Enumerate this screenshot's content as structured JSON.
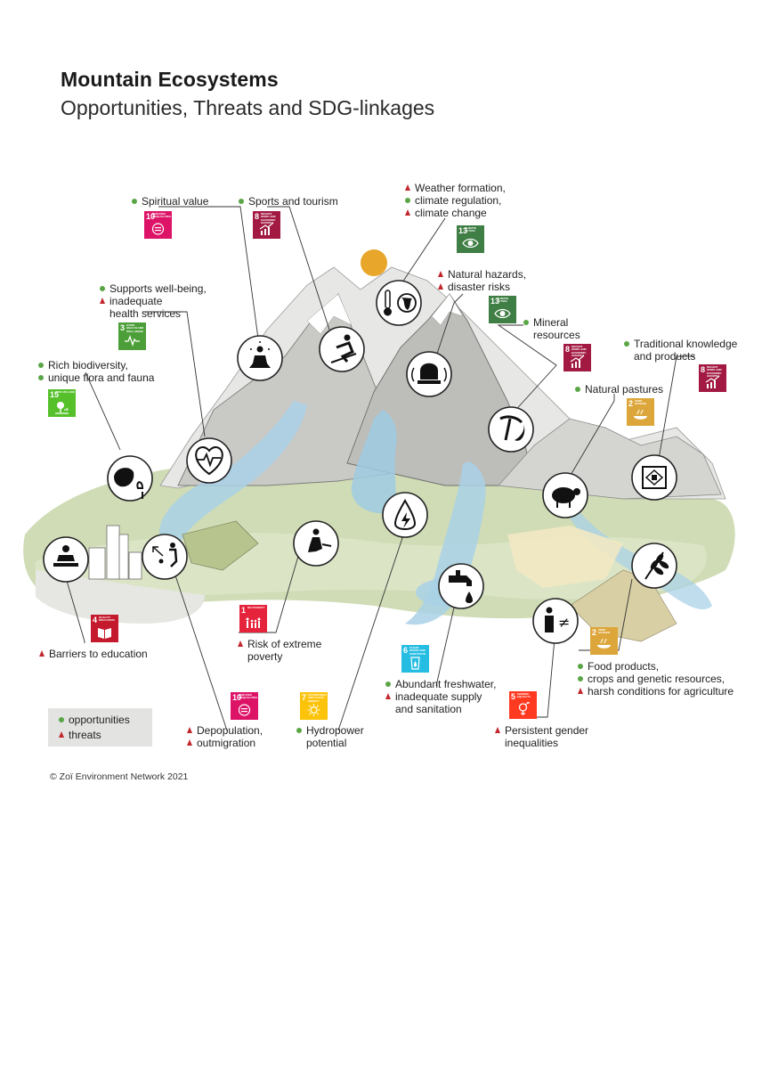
{
  "title": "Mountain Ecosystems",
  "subtitle": "Opportunities, Threats and SDG-linkages",
  "legend": {
    "opportunities": "opportunities",
    "threats": "threats"
  },
  "copyright": "© Zoï Environment Network 2021",
  "colors": {
    "opportunity_marker": "#5aa646",
    "threat_marker": "#c1272d",
    "sun": "#e8a72a",
    "sdg1": "#e5243b",
    "sdg2": "#dda63a",
    "sdg3": "#4c9f38",
    "sdg4": "#c5192d",
    "sdg5": "#ff3a21",
    "sdg6": "#26bde2",
    "sdg7": "#fcc30b",
    "sdg8": "#a21942",
    "sdg10": "#dd1367",
    "sdg13": "#3f7e44",
    "sdg15": "#56c02b"
  },
  "labels": {
    "spiritual": {
      "lines": [
        {
          "text": "Spiritual value",
          "marker": "opportunity"
        }
      ]
    },
    "sports": {
      "lines": [
        {
          "text": "Sports and tourism",
          "marker": "opportunity"
        }
      ]
    },
    "weather": {
      "lines": [
        {
          "text": "Weather formation,",
          "marker": "threat"
        },
        {
          "text": "climate regulation,",
          "marker": "opportunity"
        },
        {
          "text": "climate change",
          "marker": "threat"
        }
      ]
    },
    "hazards": {
      "lines": [
        {
          "text": "Natural hazards,",
          "marker": "threat"
        },
        {
          "text": "disaster risks",
          "marker": "threat"
        }
      ]
    },
    "wellbeing": {
      "lines": [
        {
          "text": "Supports well-being,",
          "marker": "opportunity"
        },
        {
          "text": "inadequate",
          "marker": "threat"
        },
        {
          "text": "health services",
          "marker": "none"
        }
      ]
    },
    "mineral": {
      "lines": [
        {
          "text": "Mineral",
          "marker": "opportunity"
        },
        {
          "text": "resources",
          "marker": "none"
        }
      ]
    },
    "traditional": {
      "lines": [
        {
          "text": "Traditional knowledge",
          "marker": "opportunity"
        },
        {
          "text": "and products",
          "marker": "none"
        }
      ]
    },
    "biodiversity": {
      "lines": [
        {
          "text": "Rich biodiversity,",
          "marker": "opportunity"
        },
        {
          "text": "unique flora and fauna",
          "marker": "opportunity"
        }
      ]
    },
    "pastures": {
      "lines": [
        {
          "text": "Natural pastures",
          "marker": "opportunity"
        }
      ]
    },
    "education": {
      "lines": [
        {
          "text": "Barriers to education",
          "marker": "threat"
        }
      ]
    },
    "poverty": {
      "lines": [
        {
          "text": "Risk of extreme",
          "marker": "threat"
        },
        {
          "text": "poverty",
          "marker": "none"
        }
      ]
    },
    "freshwater": {
      "lines": [
        {
          "text": "Abundant freshwater,",
          "marker": "opportunity"
        },
        {
          "text": "inadequate supply",
          "marker": "threat"
        },
        {
          "text": "and sanitation",
          "marker": "none"
        }
      ]
    },
    "food": {
      "lines": [
        {
          "text": "Food products,",
          "marker": "opportunity"
        },
        {
          "text": "crops and genetic resources,",
          "marker": "opportunity"
        },
        {
          "text": "harsh conditions for agriculture",
          "marker": "threat"
        }
      ]
    },
    "depopulation": {
      "lines": [
        {
          "text": "Depopulation,",
          "marker": "threat"
        },
        {
          "text": "outmigration",
          "marker": "threat"
        }
      ]
    },
    "hydropower": {
      "lines": [
        {
          "text": "Hydropower",
          "marker": "opportunity"
        },
        {
          "text": "potential",
          "marker": "none"
        }
      ]
    },
    "gender": {
      "lines": [
        {
          "text": "Persistent gender",
          "marker": "threat"
        },
        {
          "text": "inequalities",
          "marker": "none"
        }
      ]
    }
  },
  "sdgs": {
    "spiritual": {
      "number": "10",
      "name": "REDUCED INEQUALITIES",
      "color": "#dd1367"
    },
    "sports": {
      "number": "8",
      "name": "DECENT WORK AND ECONOMIC GROWTH",
      "color": "#a21942"
    },
    "weather": {
      "number": "13",
      "name": "CLIMATE ACTION",
      "color": "#3f7e44"
    },
    "hazards": {
      "number": "13",
      "name": "CLIMATE ACTION",
      "color": "#3f7e44"
    },
    "wellbeing": {
      "number": "3",
      "name": "GOOD HEALTH AND WELL-BEING",
      "color": "#4c9f38"
    },
    "mineral": {
      "number": "8",
      "name": "DECENT WORK AND ECONOMIC GROWTH",
      "color": "#a21942"
    },
    "traditional": {
      "number": "8",
      "name": "DECENT WORK AND ECONOMIC GROWTH",
      "color": "#a21942"
    },
    "biodiversity": {
      "number": "15",
      "name": "LIFE ON LAND",
      "color": "#56c02b"
    },
    "pastures": {
      "number": "2",
      "name": "ZERO HUNGER",
      "color": "#dda63a"
    },
    "education": {
      "number": "4",
      "name": "QUALITY EDUCATION",
      "color": "#c5192d"
    },
    "poverty": {
      "number": "1",
      "name": "NO POVERTY",
      "color": "#e5243b"
    },
    "freshwater": {
      "number": "6",
      "name": "CLEAN WATER AND SANITATION",
      "color": "#26bde2"
    },
    "food": {
      "number": "2",
      "name": "ZERO HUNGER",
      "color": "#dda63a"
    },
    "depopulation": {
      "number": "10",
      "name": "REDUCED INEQUALITIES",
      "color": "#dd1367"
    },
    "hydropower": {
      "number": "7",
      "name": "AFFORDABLE AND CLEAN ENERGY",
      "color": "#fcc30b"
    },
    "gender": {
      "number": "5",
      "name": "GENDER EQUALITY",
      "color": "#ff3a21"
    }
  }
}
